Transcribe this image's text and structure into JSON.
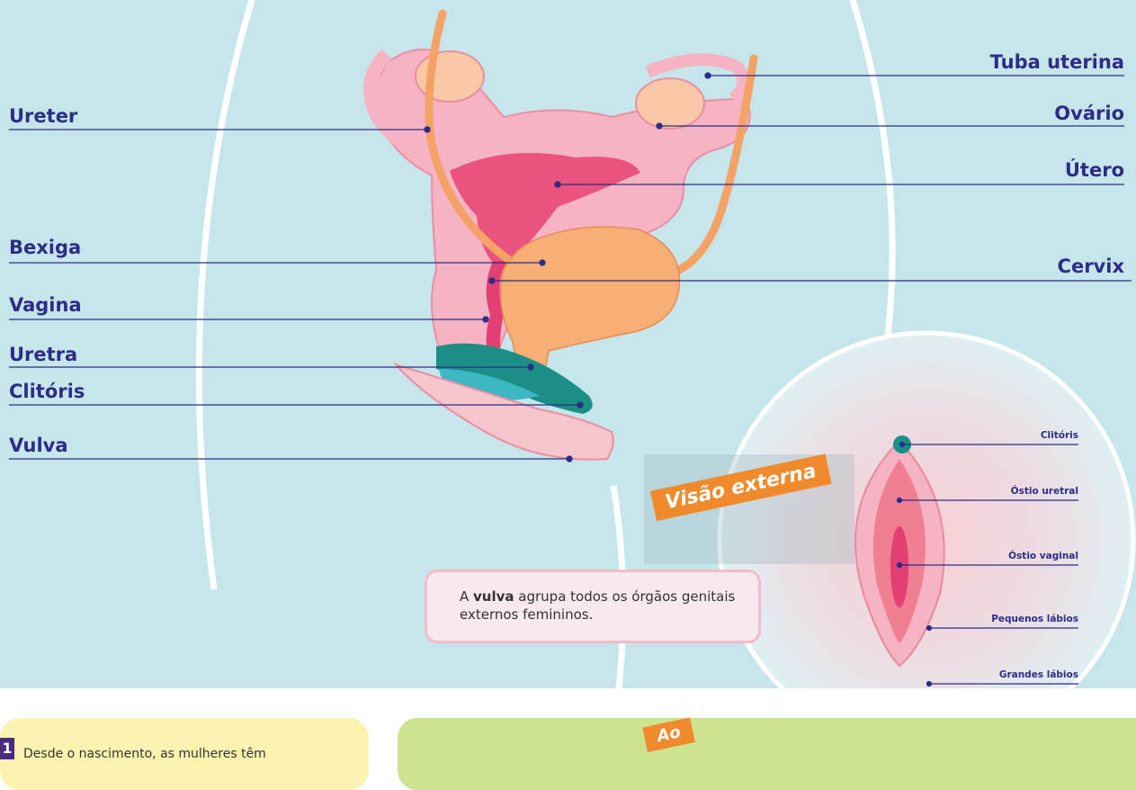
{
  "labels_left": {
    "ureter": "Ureter",
    "bexiga": "Bexiga",
    "vagina": "Vagina",
    "uretra": "Uretra",
    "clitoris": "Clitóris",
    "vulva": "Vulva"
  },
  "labels_right": {
    "tuba": "Tuba uterina",
    "ovario": "Ovário",
    "utero": "Útero",
    "cervix": "Cervix"
  },
  "external_view": {
    "tag": "Visão externa",
    "clitoris": "Clitóris",
    "ostio_uretral": "Óstio uretral",
    "ostio_vaginal": "Óstio vaginal",
    "pequenos_labios": "Pequenos lábios",
    "grandes_labios": "Grandes lábios"
  },
  "note": {
    "prefix": "A ",
    "bold": "vulva",
    "rest": " agrupa todos os órgãos genitais externos femininos."
  },
  "footer": {
    "number": "1",
    "text": "Desde o nascimento, as mulheres têm",
    "tag2": "Ao"
  },
  "colors": {
    "background": "#c7e6ec",
    "label": "#2b2d86",
    "accent": "#f08a2c"
  }
}
